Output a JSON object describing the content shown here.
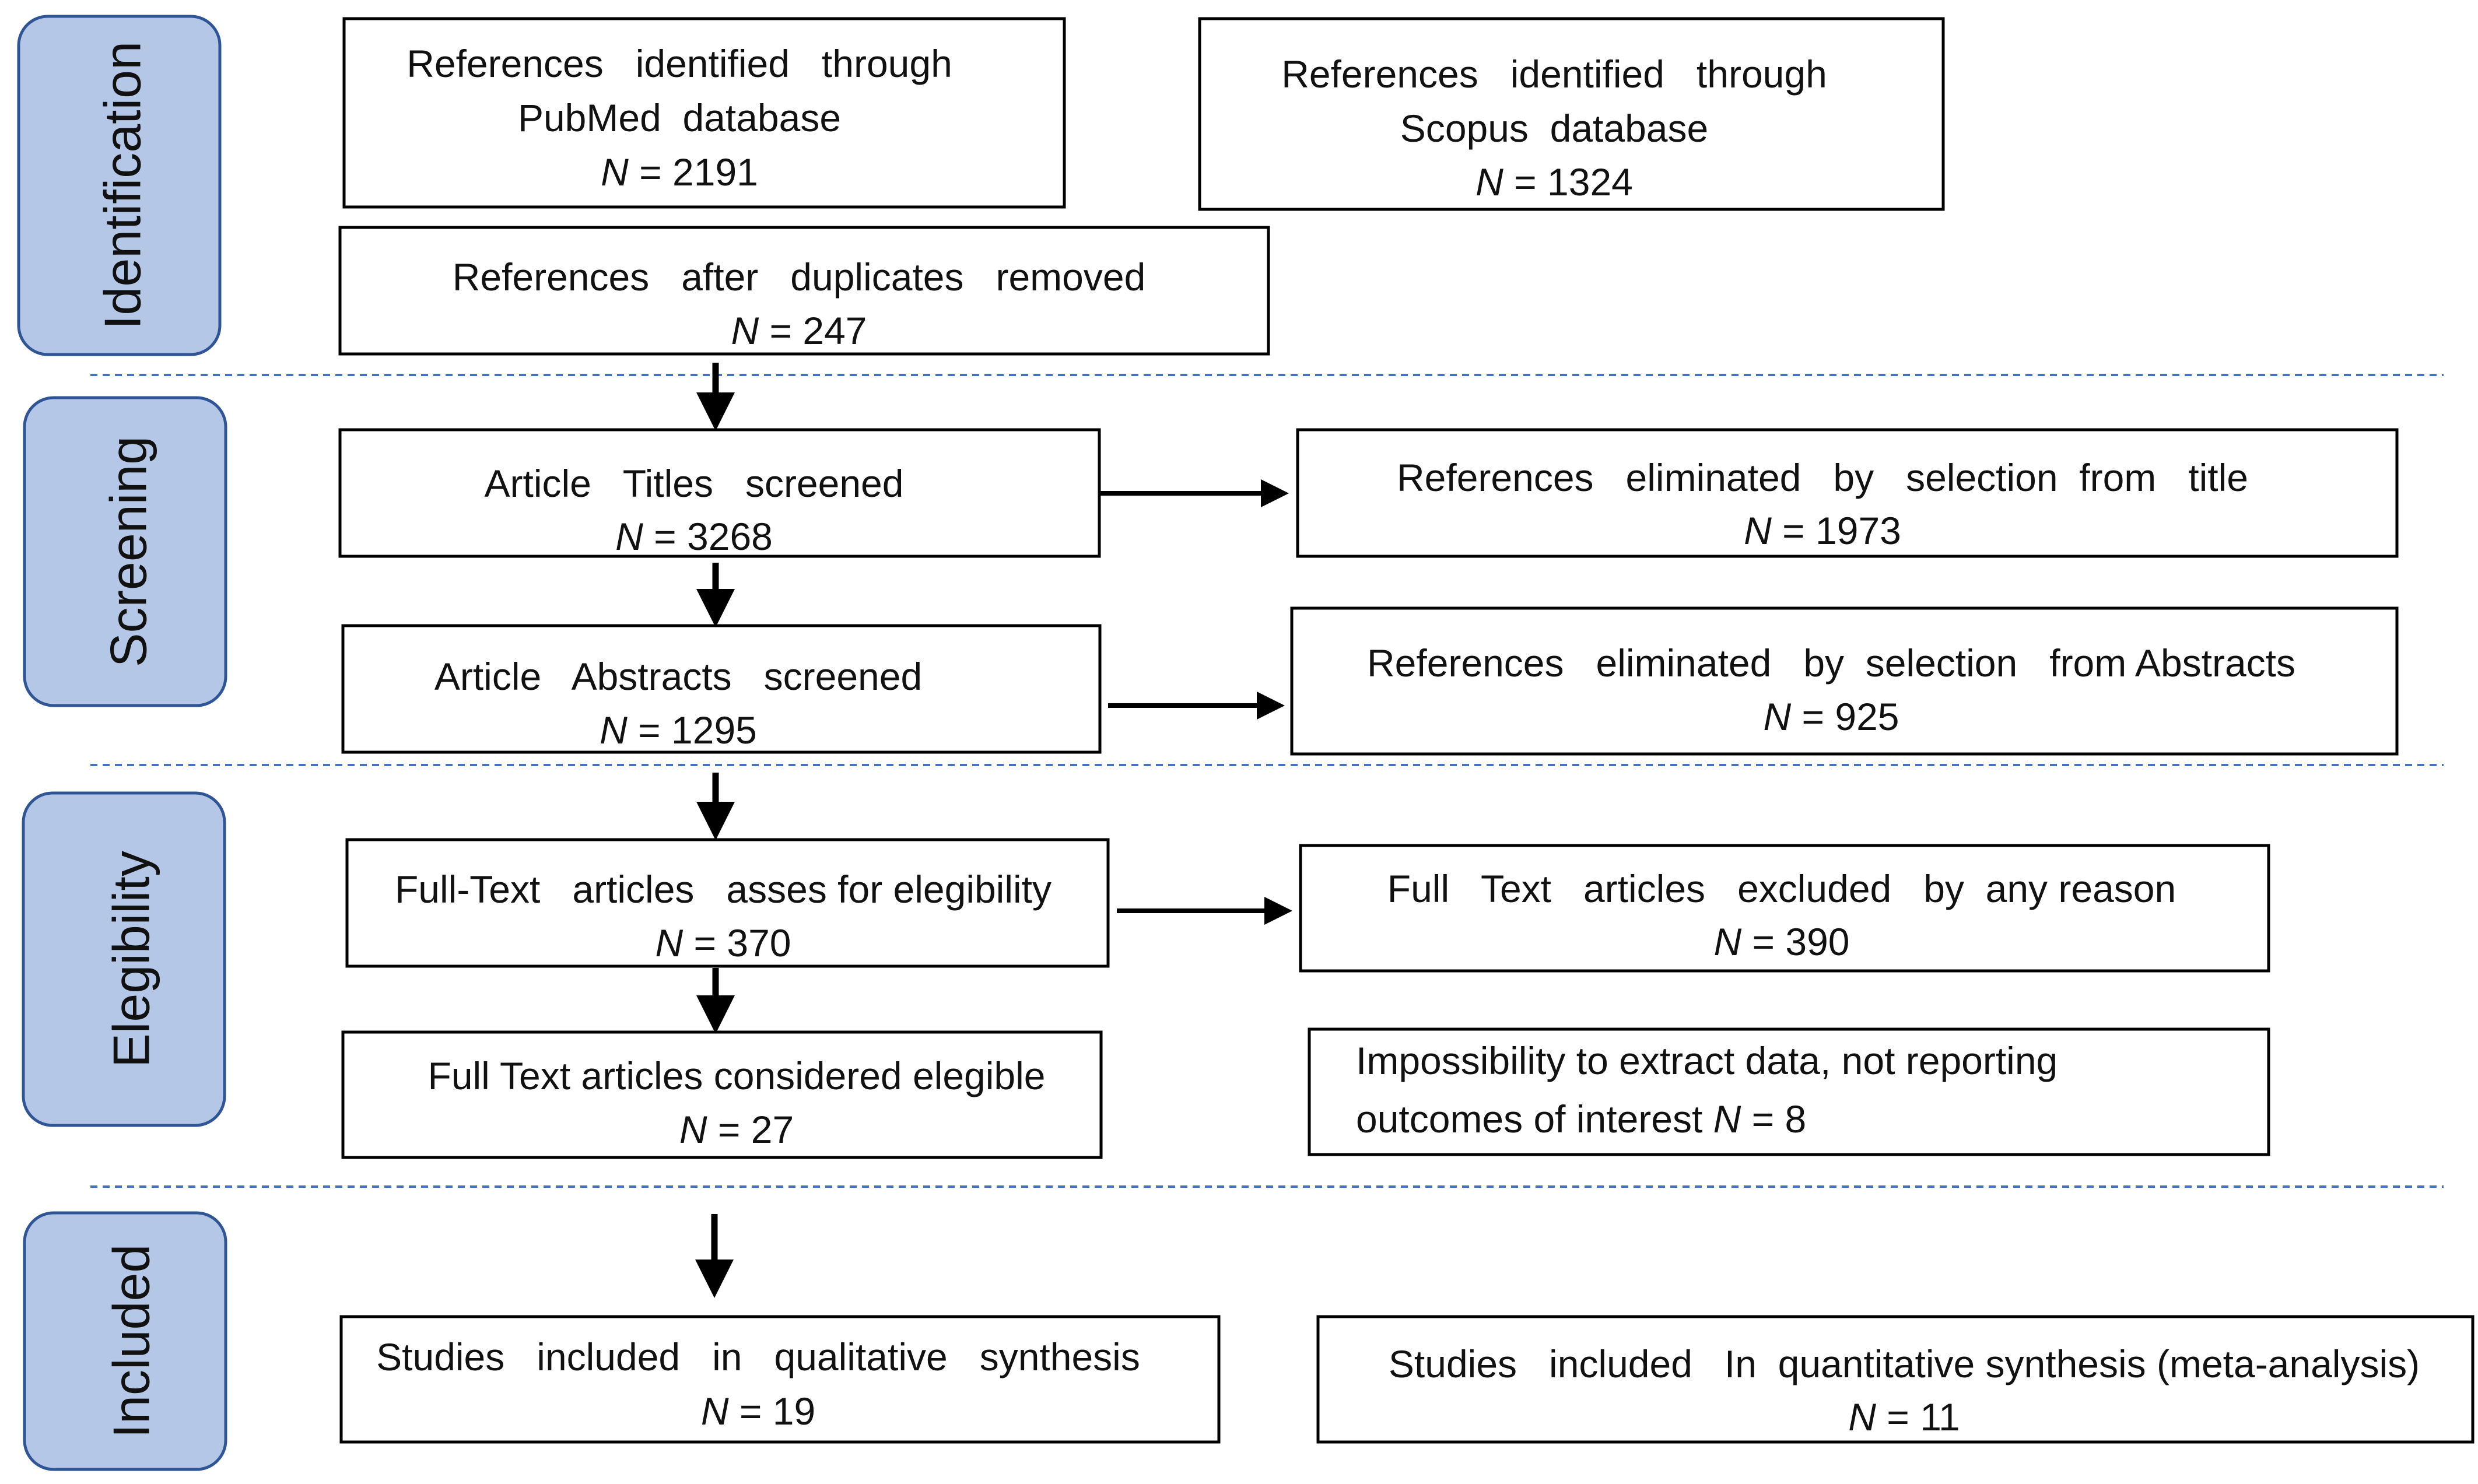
{
  "phases": [
    {
      "label": "Identification"
    },
    {
      "label": "Screening"
    },
    {
      "label": "Elegibility"
    },
    {
      "label": "Included"
    }
  ],
  "boxes": {
    "pubmed": {
      "line1": "References   identified   through",
      "line2": "PubMed  database",
      "n": "2191"
    },
    "scopus": {
      "line1": "References   identified   through",
      "line2": "Scopus  database",
      "n": "1324"
    },
    "duplicates": {
      "line1": "References   after   duplicates   removed",
      "n": "247"
    },
    "titles": {
      "line1": "Article   Titles   screened",
      "n": "3268"
    },
    "titles_elim": {
      "line1": "References   eliminated   by   selection  from   title",
      "n": "1973"
    },
    "abstracts": {
      "line1": "Article   Abstracts   screened",
      "n": "1295"
    },
    "abstracts_elim": {
      "line1": "References   eliminated   by  selection   from Abstracts",
      "n": "925"
    },
    "fulltext": {
      "line1": "Full-Text   articles   asses for elegibility",
      "n": "370"
    },
    "fulltext_excl": {
      "line1": "Full   Text   articles   excluded   by  any reason",
      "n": "390"
    },
    "eligible": {
      "line1": "Full Text articles considered elegible",
      "n": "27"
    },
    "impossibility": {
      "line1": "Impossibility to extract data, not reporting",
      "line2": "outcomes of interest",
      "n": "8"
    },
    "qualitative": {
      "line1": "Studies   included   in   qualitative   synthesis",
      "n": "19"
    },
    "quantitative": {
      "line1": "Studies   included   In  quantitative synthesis (meta-analysis)",
      "n": "11"
    }
  },
  "n_symbol": "N",
  "n_equals": " = ",
  "colors": {
    "phase_fill": "#b4c7e7",
    "phase_stroke": "#2f5597",
    "divider": "#4472c4",
    "box_stroke": "#000000"
  }
}
